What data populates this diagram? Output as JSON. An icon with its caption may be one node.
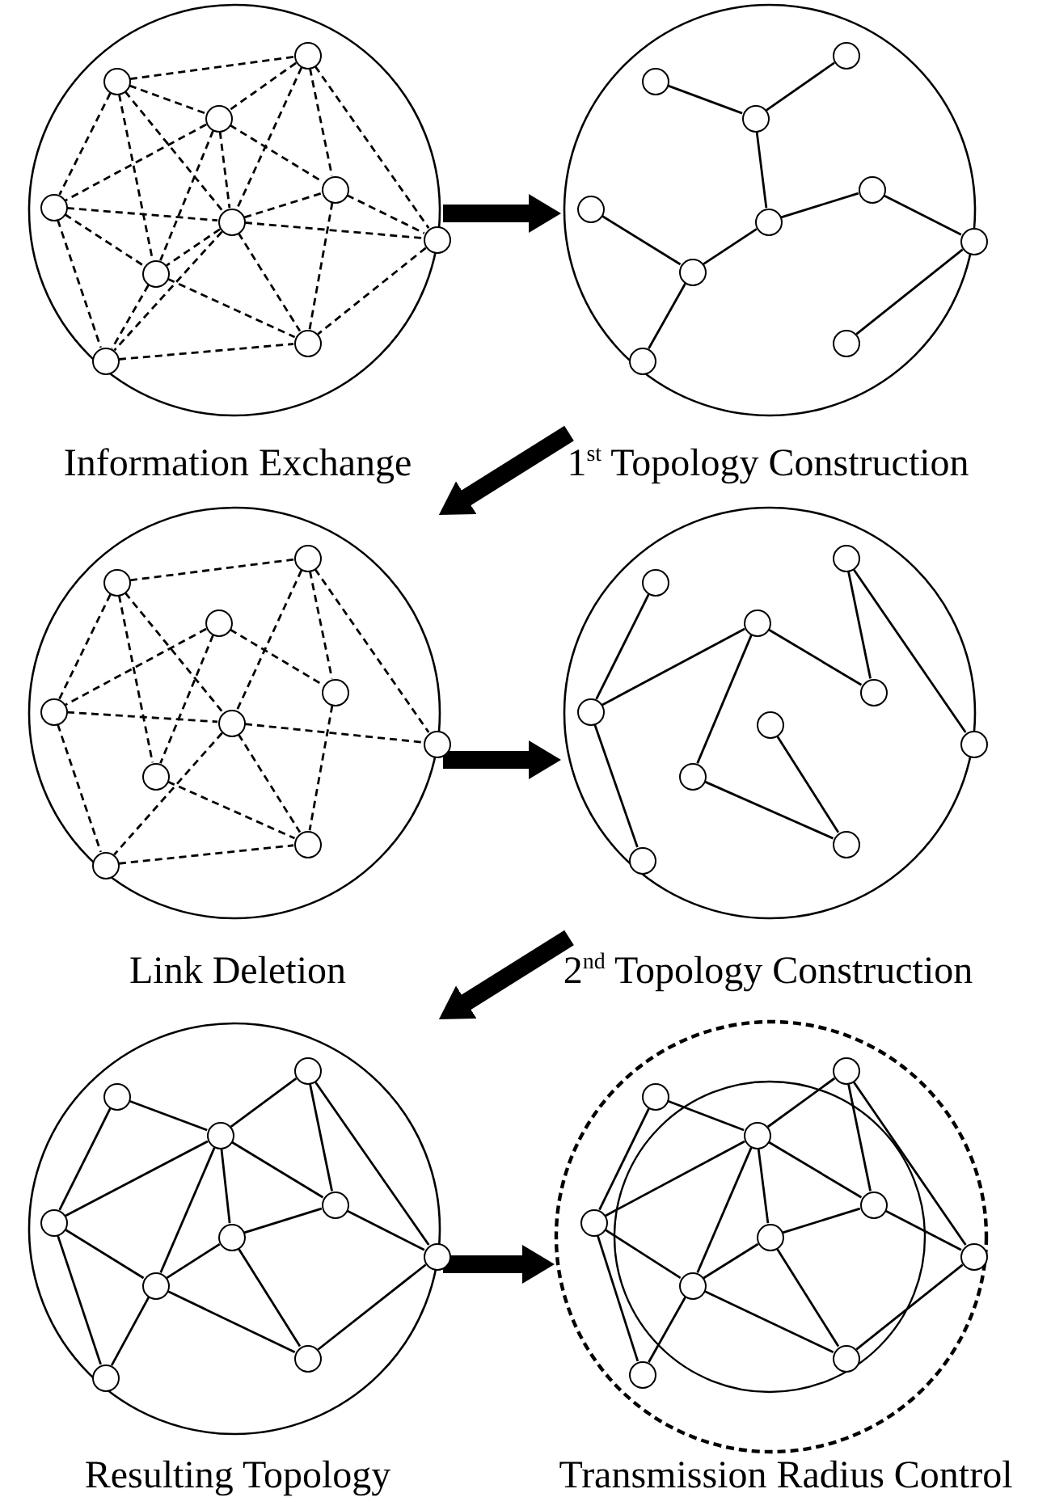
{
  "diagram": {
    "nodes": [
      {
        "text": [
          "Information Exchange"
        ]
      },
      {
        "text": [],
        "shape": "circle",
        "in": 0
      },
      {
        "text": [],
        "shape": "circle",
        "in": 0
      },
      {
        "text": [],
        "shape": "circle",
        "in": 0
      },
      {
        "text": [],
        "shape": "circle",
        "in": 0
      },
      {
        "text": [],
        "shape": "circle",
        "in": 0
      },
      {
        "text": [],
        "shape": "circle",
        "in": 0
      },
      {
        "text": [],
        "shape": "circle",
        "in": 0
      },
      {
        "text": [],
        "shape": "circle",
        "in": 0
      },
      {
        "text": [],
        "shape": "circle",
        "in": 0
      },
      {
        "text": [],
        "shape": "circle",
        "in": 0
      },
      {
        "text": [
          "1$^{st}$ Topology Construction"
        ]
      },
      {
        "text": [],
        "shape": "circle",
        "in": 11
      },
      {
        "text": [],
        "shape": "circle",
        "in": 11
      },
      {
        "text": [],
        "shape": "circle",
        "in": 11
      },
      {
        "text": [],
        "shape": "circle",
        "in": 11
      },
      {
        "text": [],
        "shape": "circle",
        "in": 11
      },
      {
        "text": [],
        "shape": "circle",
        "in": 11
      },
      {
        "text": [],
        "shape": "circle",
        "in": 11
      },
      {
        "text": [],
        "shape": "circle",
        "in": 11
      },
      {
        "text": [],
        "shape": "circle",
        "in": 11
      },
      {
        "text": [],
        "shape": "circle",
        "in": 11
      },
      {
        "text": [
          "Link Deletion"
        ]
      },
      {
        "text": [],
        "shape": "circle",
        "in": 22
      },
      {
        "text": [],
        "shape": "circle",
        "in": 22
      },
      {
        "text": [],
        "shape": "circle",
        "in": 22
      },
      {
        "text": [],
        "shape": "circle",
        "in": 22
      },
      {
        "text": [],
        "shape": "circle",
        "in": 22
      },
      {
        "text": [],
        "shape": "circle",
        "in": 22
      },
      {
        "text": [],
        "shape": "circle",
        "in": 22
      },
      {
        "text": [],
        "shape": "circle",
        "in": 22
      },
      {
        "text": [],
        "shape": "circle",
        "in": 22
      },
      {
        "text": [],
        "shape": "circle",
        "in": 22
      },
      {
        "text": [
          "2$^{nd}$ Topology Construction"
        ]
      },
      {
        "text": [],
        "shape": "circle",
        "in": 33
      },
      {
        "text": [],
        "shape": "circle",
        "in": 33
      },
      {
        "text": [],
        "shape": "circle",
        "in": 33
      },
      {
        "text": [],
        "shape": "circle",
        "in": 33
      },
      {
        "text": [],
        "shape": "circle",
        "in": 33
      },
      {
        "text": [],
        "shape": "circle",
        "in": 33
      },
      {
        "text": [],
        "shape": "circle",
        "in": 33
      },
      {
        "text": [],
        "shape": "circle",
        "in": 33
      },
      {
        "text": [],
        "shape": "circle",
        "in": 33
      },
      {
        "text": [],
        "shape": "circle",
        "in": 33
      },
      {
        "text": [
          "Resulting Topology"
        ]
      },
      {
        "text": [],
        "shape": "circle",
        "in": 44
      },
      {
        "text": [],
        "shape": "circle",
        "in": 44
      },
      {
        "text": [],
        "shape": "circle",
        "in": 44
      },
      {
        "text": [],
        "shape": "circle",
        "in": 44
      },
      {
        "text": [],
        "shape": "circle",
        "in": 44
      },
      {
        "text": [],
        "shape": "circle",
        "in": 44
      },
      {
        "text": [],
        "shape": "circle",
        "in": 44
      },
      {
        "text": [],
        "shape": "circle",
        "in": 44
      },
      {
        "text": [],
        "shape": "circle",
        "in": 44
      },
      {
        "text": [],
        "shape": "circle",
        "in": 44
      },
      {
        "text": [
          "Transmission Radius Control"
        ]
      },
      {
        "text": [],
        "shape": "circle",
        "in": 55
      },
      {
        "text": [],
        "shape": "circle",
        "in": 55
      },
      {
        "text": [],
        "shape": "circle",
        "in": 55
      },
      {
        "text": [],
        "shape": "circle",
        "in": 55
      },
      {
        "text": [],
        "shape": "circle",
        "in": 55
      },
      {
        "text": [],
        "shape": "circle",
        "in": 55
      },
      {
        "text": [],
        "shape": "circle",
        "in": 55
      },
      {
        "text": [],
        "shape": "circle",
        "in": 55
      },
      {
        "text": [],
        "shape": "circle",
        "in": 55
      },
      {
        "text": [],
        "shape": "circle",
        "in": 55
      }
    ],
    "edges": [
      {
        "from": 0,
        "to": 11,
        "arrow": "to",
        "style": "thick"
      },
      {
        "from": 11,
        "to": 22,
        "arrow": "to",
        "style": "thick"
      },
      {
        "from": 22,
        "to": 33,
        "arrow": "to",
        "style": "thick"
      },
      {
        "from": 33,
        "to": 44,
        "arrow": "to",
        "style": "thick"
      },
      {
        "from": 44,
        "to": 55,
        "arrow": "to",
        "style": "thick"
      },
      {
        "from": 1,
        "to": 2,
        "arrow": "none",
        "style": "dashed"
      },
      {
        "from": 1,
        "to": 3,
        "arrow": "none",
        "style": "dashed"
      },
      {
        "from": 1,
        "to": 4,
        "arrow": "none",
        "style": "dashed"
      },
      {
        "from": 1,
        "to": 5,
        "arrow": "none",
        "style": "dashed"
      },
      {
        "from": 1,
        "to": 8,
        "arrow": "none",
        "style": "dashed"
      },
      {
        "from": 2,
        "to": 3,
        "arrow": "none",
        "style": "dashed"
      },
      {
        "from": 2,
        "to": 5,
        "arrow": "none",
        "style": "dashed"
      },
      {
        "from": 2,
        "to": 6,
        "arrow": "none",
        "style": "dashed"
      },
      {
        "from": 2,
        "to": 7,
        "arrow": "none",
        "style": "dashed"
      },
      {
        "from": 3,
        "to": 4,
        "arrow": "none",
        "style": "dashed"
      },
      {
        "from": 3,
        "to": 5,
        "arrow": "none",
        "style": "dashed"
      },
      {
        "from": 3,
        "to": 6,
        "arrow": "none",
        "style": "dashed"
      },
      {
        "from": 3,
        "to": 8,
        "arrow": "none",
        "style": "dashed"
      },
      {
        "from": 4,
        "to": 5,
        "arrow": "none",
        "style": "dashed"
      },
      {
        "from": 4,
        "to": 8,
        "arrow": "none",
        "style": "dashed"
      },
      {
        "from": 4,
        "to": 9,
        "arrow": "none",
        "style": "dashed"
      },
      {
        "from": 5,
        "to": 6,
        "arrow": "none",
        "style": "dashed"
      },
      {
        "from": 5,
        "to": 7,
        "arrow": "none",
        "style": "dashed"
      },
      {
        "from": 5,
        "to": 8,
        "arrow": "none",
        "style": "dashed"
      },
      {
        "from": 5,
        "to": 9,
        "arrow": "none",
        "style": "dashed"
      },
      {
        "from": 5,
        "to": 10,
        "arrow": "none",
        "style": "dashed"
      },
      {
        "from": 6,
        "to": 7,
        "arrow": "none",
        "style": "dashed"
      },
      {
        "from": 6,
        "to": 10,
        "arrow": "none",
        "style": "dashed"
      },
      {
        "from": 7,
        "to": 10,
        "arrow": "none",
        "style": "dashed"
      },
      {
        "from": 8,
        "to": 9,
        "arrow": "none",
        "style": "dashed"
      },
      {
        "from": 8,
        "to": 10,
        "arrow": "none",
        "style": "dashed"
      },
      {
        "from": 9,
        "to": 10,
        "arrow": "none",
        "style": "dashed"
      },
      {
        "from": 12,
        "to": 14,
        "arrow": "none"
      },
      {
        "from": 13,
        "to": 14,
        "arrow": "none"
      },
      {
        "from": 14,
        "to": 16,
        "arrow": "none"
      },
      {
        "from": 16,
        "to": 17,
        "arrow": "none"
      },
      {
        "from": 17,
        "to": 18,
        "arrow": "none"
      },
      {
        "from": 18,
        "to": 21,
        "arrow": "none"
      },
      {
        "from": 16,
        "to": 19,
        "arrow": "none"
      },
      {
        "from": 15,
        "to": 19,
        "arrow": "none"
      },
      {
        "from": 19,
        "to": 20,
        "arrow": "none"
      },
      {
        "from": 23,
        "to": 24,
        "arrow": "none",
        "style": "dashed"
      },
      {
        "from": 23,
        "to": 26,
        "arrow": "none",
        "style": "dashed"
      },
      {
        "from": 23,
        "to": 27,
        "arrow": "none",
        "style": "dashed"
      },
      {
        "from": 23,
        "to": 30,
        "arrow": "none",
        "style": "dashed"
      },
      {
        "from": 24,
        "to": 27,
        "arrow": "none",
        "style": "dashed"
      },
      {
        "from": 24,
        "to": 28,
        "arrow": "none",
        "style": "dashed"
      },
      {
        "from": 24,
        "to": 29,
        "arrow": "none",
        "style": "dashed"
      },
      {
        "from": 25,
        "to": 26,
        "arrow": "none",
        "style": "dashed"
      },
      {
        "from": 25,
        "to": 28,
        "arrow": "none",
        "style": "dashed"
      },
      {
        "from": 25,
        "to": 30,
        "arrow": "none",
        "style": "dashed"
      },
      {
        "from": 26,
        "to": 27,
        "arrow": "none",
        "style": "dashed"
      },
      {
        "from": 26,
        "to": 31,
        "arrow": "none",
        "style": "dashed"
      },
      {
        "from": 27,
        "to": 29,
        "arrow": "none",
        "style": "dashed"
      },
      {
        "from": 27,
        "to": 31,
        "arrow": "none",
        "style": "dashed"
      },
      {
        "from": 27,
        "to": 32,
        "arrow": "none",
        "style": "dashed"
      },
      {
        "from": 28,
        "to": 32,
        "arrow": "none",
        "style": "dashed"
      },
      {
        "from": 30,
        "to": 32,
        "arrow": "none",
        "style": "dashed"
      },
      {
        "from": 31,
        "to": 32,
        "arrow": "none",
        "style": "dashed"
      },
      {
        "from": 34,
        "to": 37,
        "arrow": "none"
      },
      {
        "from": 37,
        "to": 42,
        "arrow": "none"
      },
      {
        "from": 37,
        "to": 36,
        "arrow": "none"
      },
      {
        "from": 36,
        "to": 41,
        "arrow": "none"
      },
      {
        "from": 36,
        "to": 39,
        "arrow": "none"
      },
      {
        "from": 35,
        "to": 39,
        "arrow": "none"
      },
      {
        "from": 35,
        "to": 40,
        "arrow": "none"
      },
      {
        "from": 41,
        "to": 43,
        "arrow": "none"
      },
      {
        "from": 38,
        "to": 43,
        "arrow": "none"
      },
      {
        "from": 45,
        "to": 47,
        "arrow": "none"
      },
      {
        "from": 45,
        "to": 48,
        "arrow": "none"
      },
      {
        "from": 46,
        "to": 47,
        "arrow": "none"
      },
      {
        "from": 46,
        "to": 50,
        "arrow": "none"
      },
      {
        "from": 46,
        "to": 51,
        "arrow": "none"
      },
      {
        "from": 47,
        "to": 48,
        "arrow": "none"
      },
      {
        "from": 47,
        "to": 50,
        "arrow": "none"
      },
      {
        "from": 47,
        "to": 49,
        "arrow": "none"
      },
      {
        "from": 47,
        "to": 52,
        "arrow": "none"
      },
      {
        "from": 48,
        "to": 52,
        "arrow": "none"
      },
      {
        "from": 48,
        "to": 53,
        "arrow": "none"
      },
      {
        "from": 49,
        "to": 52,
        "arrow": "none"
      },
      {
        "from": 49,
        "to": 50,
        "arrow": "none"
      },
      {
        "from": 49,
        "to": 54,
        "arrow": "none"
      },
      {
        "from": 50,
        "to": 51,
        "arrow": "none"
      },
      {
        "from": 51,
        "to": 54,
        "arrow": "none"
      },
      {
        "from": 52,
        "to": 53,
        "arrow": "none"
      },
      {
        "from": 52,
        "to": 54,
        "arrow": "none"
      },
      {
        "from": 56,
        "to": 58,
        "arrow": "none"
      },
      {
        "from": 56,
        "to": 59,
        "arrow": "none"
      },
      {
        "from": 57,
        "to": 58,
        "arrow": "none"
      },
      {
        "from": 57,
        "to": 61,
        "arrow": "none"
      },
      {
        "from": 57,
        "to": 62,
        "arrow": "none"
      },
      {
        "from": 58,
        "to": 59,
        "arrow": "none"
      },
      {
        "from": 58,
        "to": 61,
        "arrow": "none"
      },
      {
        "from": 58,
        "to": 60,
        "arrow": "none"
      },
      {
        "from": 58,
        "to": 63,
        "arrow": "none"
      },
      {
        "from": 59,
        "to": 63,
        "arrow": "none"
      },
      {
        "from": 59,
        "to": 64,
        "arrow": "none"
      },
      {
        "from": 60,
        "to": 63,
        "arrow": "none"
      },
      {
        "from": 60,
        "to": 61,
        "arrow": "none"
      },
      {
        "from": 60,
        "to": 65,
        "arrow": "none"
      },
      {
        "from": 61,
        "to": 62,
        "arrow": "none"
      },
      {
        "from": 62,
        "to": 65,
        "arrow": "none"
      },
      {
        "from": 63,
        "to": 64,
        "arrow": "none"
      },
      {
        "from": 63,
        "to": 65,
        "arrow": "none"
      }
    ]
  }
}
